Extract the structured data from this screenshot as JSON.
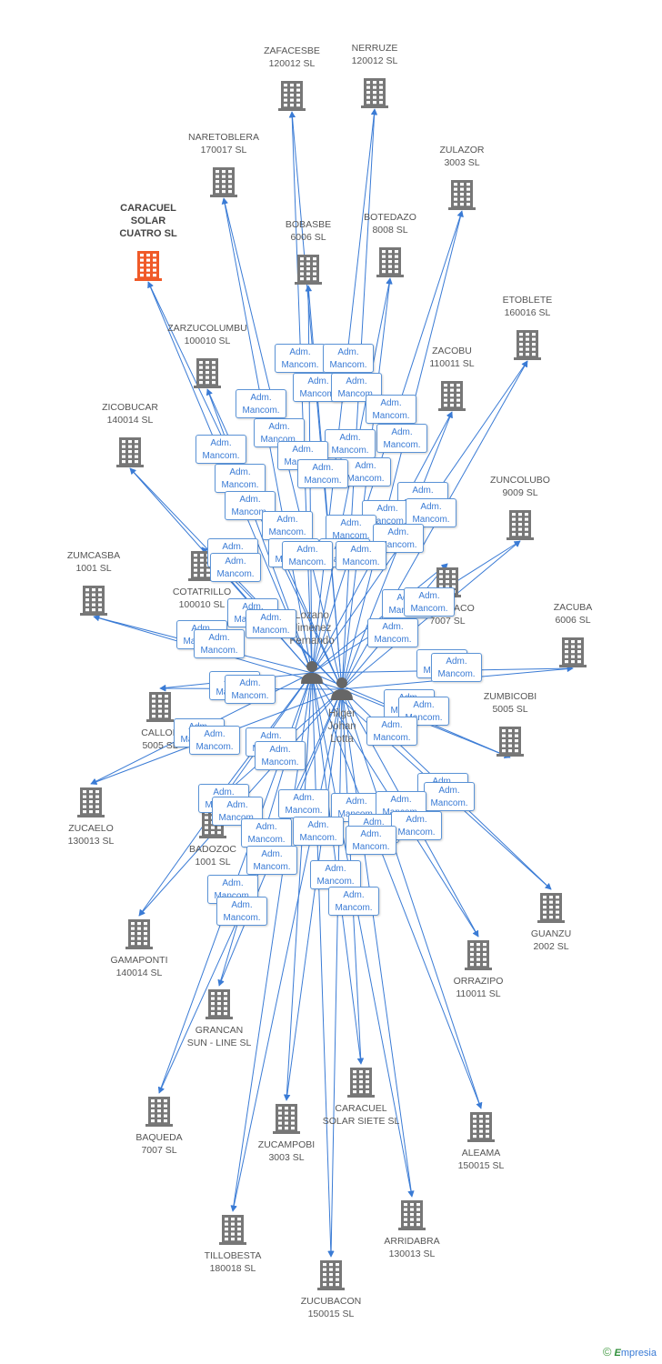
{
  "relation_label": "Adm.\nMancom.",
  "colors": {
    "edge": "#3a7bd5",
    "building": "#777777",
    "focus": "#f05a28",
    "person": "#666666"
  },
  "icons": {
    "company": "building-icon",
    "person": "person-icon"
  },
  "brand": {
    "copyright": "©",
    "initial": "E",
    "rest": "mpresia"
  },
  "focus_company": {
    "name": "CARACUEL\nSOLAR\nCUATRO SL"
  },
  "persons": [
    {
      "id": "p1",
      "name": "Lozano\nJimenez\nFernando"
    },
    {
      "id": "p2",
      "name": "Hilger\nJohan\nLotta"
    }
  ],
  "companies": [
    {
      "id": "zafacesbe",
      "name": "ZAFACESBE\n120012 SL"
    },
    {
      "id": "nerruze",
      "name": "NERRUZE\n120012 SL"
    },
    {
      "id": "naretoblera",
      "name": "NARETOBLERA\n170017 SL"
    },
    {
      "id": "zulazor",
      "name": "ZULAZOR\n3003 SL"
    },
    {
      "id": "bobasbe",
      "name": "BOBASBE\n6006 SL"
    },
    {
      "id": "botedazo",
      "name": "BOTEDAZO\n8008 SL"
    },
    {
      "id": "etoblete",
      "name": "ETOBLETE\n160016 SL"
    },
    {
      "id": "zarzucolumbu",
      "name": "ZARZUCOLUMBU\n100010 SL"
    },
    {
      "id": "zacobu",
      "name": "ZACOBU\n110011 SL"
    },
    {
      "id": "zicobucar",
      "name": "ZICOBUCAR\n140014 SL"
    },
    {
      "id": "zuncolubo",
      "name": "ZUNCOLUBO\n9009 SL"
    },
    {
      "id": "cotatrillo",
      "name": "COTATRILLO\n100010 SL"
    },
    {
      "id": "zumcasba",
      "name": "ZUMCASBA\n1001 SL"
    },
    {
      "id": "tucobaco",
      "name": "TUCOBACO\n7007 SL"
    },
    {
      "id": "zacuba",
      "name": "ZACUBA\n6006 SL"
    },
    {
      "id": "callop",
      "name": "CALLOP\n5005 SL"
    },
    {
      "id": "zumbicobi",
      "name": "ZUMBICOBI\n5005 SL"
    },
    {
      "id": "zucaelo",
      "name": "ZUCAELO\n130013 SL"
    },
    {
      "id": "badozoc",
      "name": "BADOZOC\n1001 SL"
    },
    {
      "id": "guanzu",
      "name": "GUANZU\n2002 SL"
    },
    {
      "id": "gamaponti",
      "name": "GAMAPONTI\n140014 SL"
    },
    {
      "id": "orrazipo",
      "name": "ORRAZIPO\n110011 SL"
    },
    {
      "id": "grancan",
      "name": "GRANCAN\nSUN - LINE SL"
    },
    {
      "id": "caracuel-siete",
      "name": "CARACUEL\nSOLAR SIETE SL"
    },
    {
      "id": "baqueda",
      "name": "BAQUEDA\n7007 SL"
    },
    {
      "id": "zucampobi",
      "name": "ZUCAMPOBI\n3003 SL"
    },
    {
      "id": "aleama",
      "name": "ALEAMA\n150015 SL"
    },
    {
      "id": "tillobesta",
      "name": "TILLOBESTA\n180018 SL"
    },
    {
      "id": "arridabra",
      "name": "ARRIDABRA\n130013 SL"
    },
    {
      "id": "zucubacon",
      "name": "ZUCUBACON\n150015 SL"
    }
  ],
  "relations": [
    {
      "from": "p1",
      "to": "caracuel-cuatro"
    },
    {
      "from": "p2",
      "to": "caracuel-cuatro"
    },
    {
      "from": "p1",
      "to": "zafacesbe"
    },
    {
      "from": "p2",
      "to": "zafacesbe"
    },
    {
      "from": "p1",
      "to": "nerruze"
    },
    {
      "from": "p2",
      "to": "nerruze"
    },
    {
      "from": "p1",
      "to": "naretoblera"
    },
    {
      "from": "p2",
      "to": "naretoblera"
    },
    {
      "from": "p1",
      "to": "zulazor"
    },
    {
      "from": "p2",
      "to": "zulazor"
    },
    {
      "from": "p1",
      "to": "bobasbe"
    },
    {
      "from": "p2",
      "to": "bobasbe"
    },
    {
      "from": "p1",
      "to": "botedazo"
    },
    {
      "from": "p2",
      "to": "botedazo"
    },
    {
      "from": "p1",
      "to": "etoblete"
    },
    {
      "from": "p2",
      "to": "etoblete"
    },
    {
      "from": "p1",
      "to": "zarzucolumbu"
    },
    {
      "from": "p2",
      "to": "zarzucolumbu"
    },
    {
      "from": "p1",
      "to": "zacobu"
    },
    {
      "from": "p2",
      "to": "zacobu"
    },
    {
      "from": "p1",
      "to": "zicobucar"
    },
    {
      "from": "p2",
      "to": "zicobucar"
    },
    {
      "from": "p1",
      "to": "zuncolubo"
    },
    {
      "from": "p2",
      "to": "zuncolubo"
    },
    {
      "from": "p1",
      "to": "cotatrillo"
    },
    {
      "from": "p2",
      "to": "cotatrillo"
    },
    {
      "from": "p1",
      "to": "zumcasba"
    },
    {
      "from": "p2",
      "to": "zumcasba"
    },
    {
      "from": "p1",
      "to": "tucobaco"
    },
    {
      "from": "p2",
      "to": "tucobaco"
    },
    {
      "from": "p1",
      "to": "zacuba"
    },
    {
      "from": "p2",
      "to": "zacuba"
    },
    {
      "from": "p1",
      "to": "callop"
    },
    {
      "from": "p2",
      "to": "callop"
    },
    {
      "from": "p1",
      "to": "zumbicobi"
    },
    {
      "from": "p2",
      "to": "zumbicobi"
    },
    {
      "from": "p1",
      "to": "zucaelo"
    },
    {
      "from": "p2",
      "to": "zucaelo"
    },
    {
      "from": "p1",
      "to": "badozoc"
    },
    {
      "from": "p2",
      "to": "badozoc"
    },
    {
      "from": "p1",
      "to": "guanzu"
    },
    {
      "from": "p2",
      "to": "guanzu"
    },
    {
      "from": "p1",
      "to": "gamaponti"
    },
    {
      "from": "p2",
      "to": "gamaponti"
    },
    {
      "from": "p1",
      "to": "orrazipo"
    },
    {
      "from": "p2",
      "to": "orrazipo"
    },
    {
      "from": "p1",
      "to": "grancan"
    },
    {
      "from": "p2",
      "to": "grancan"
    },
    {
      "from": "p1",
      "to": "caracuel-siete"
    },
    {
      "from": "p2",
      "to": "caracuel-siete"
    },
    {
      "from": "p1",
      "to": "baqueda"
    },
    {
      "from": "p2",
      "to": "baqueda"
    },
    {
      "from": "p1",
      "to": "zucampobi"
    },
    {
      "from": "p2",
      "to": "zucampobi"
    },
    {
      "from": "p1",
      "to": "aleama"
    },
    {
      "from": "p2",
      "to": "aleama"
    },
    {
      "from": "p1",
      "to": "tillobesta"
    },
    {
      "from": "p2",
      "to": "tillobesta"
    },
    {
      "from": "p1",
      "to": "arridabra"
    },
    {
      "from": "p2",
      "to": "arridabra"
    },
    {
      "from": "p1",
      "to": "zucubacon"
    },
    {
      "from": "p2",
      "to": "zucubacon"
    }
  ]
}
